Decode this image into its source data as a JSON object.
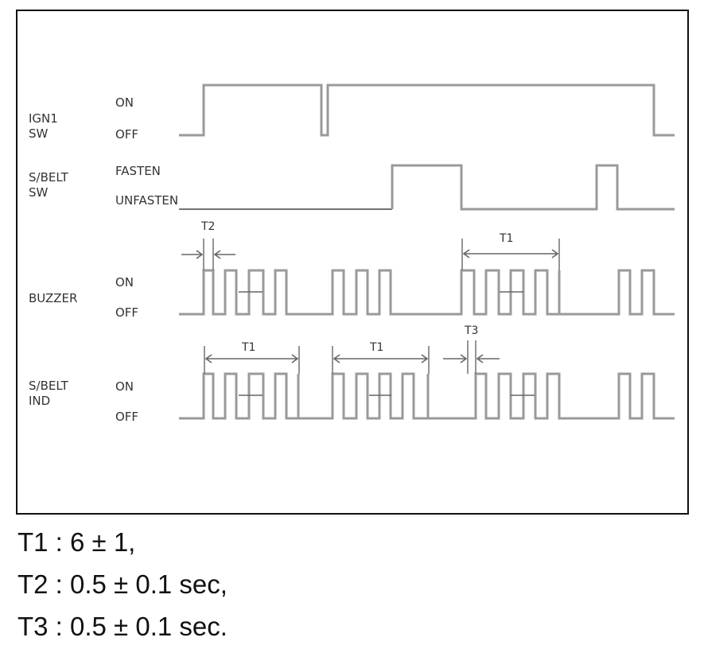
{
  "signals": [
    {
      "id": "ign1",
      "name": [
        "IGN1",
        "SW"
      ],
      "levels": [
        "ON",
        "OFF"
      ]
    },
    {
      "id": "sbelt-sw",
      "name": [
        "S/BELT",
        "SW"
      ],
      "levels": [
        "FASTEN",
        "UNFASTEN"
      ]
    },
    {
      "id": "buzzer",
      "name": [
        "BUZZER"
      ],
      "levels": [
        "ON",
        "OFF"
      ]
    },
    {
      "id": "sbelt-ind",
      "name": [
        "S/BELT",
        "IND"
      ],
      "levels": [
        "ON",
        "OFF"
      ]
    }
  ],
  "interval_labels": {
    "t1": "T1",
    "t2": "T2",
    "t3": "T3"
  },
  "notes": [
    "T1 : 6 ± 1,",
    "T2 : 0.5 ± 0.1 sec,",
    "T3 : 0.5 ± 0.1 sec."
  ],
  "colors": {
    "signal": "#9a9a9a",
    "frame": "#111111",
    "text": "#333333"
  }
}
